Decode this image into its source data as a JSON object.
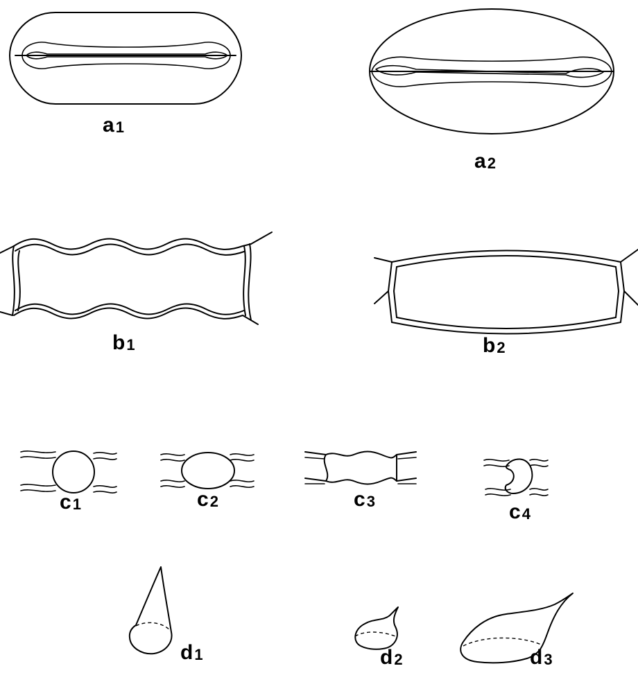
{
  "labels": {
    "a1": {
      "letter": "a",
      "index": "1"
    },
    "a2": {
      "letter": "a",
      "index": "2"
    },
    "b1": {
      "letter": "b",
      "index": "1"
    },
    "b2": {
      "letter": "b",
      "index": "2"
    },
    "c1": {
      "letter": "c",
      "index": "1"
    },
    "c2": {
      "letter": "c",
      "index": "2"
    },
    "c3": {
      "letter": "c",
      "index": "3"
    },
    "c4": {
      "letter": "c",
      "index": "4"
    },
    "d1": {
      "letter": "d",
      "index": "1"
    },
    "d2": {
      "letter": "d",
      "index": "2"
    },
    "d3": {
      "letter": "d",
      "index": "3"
    }
  }
}
